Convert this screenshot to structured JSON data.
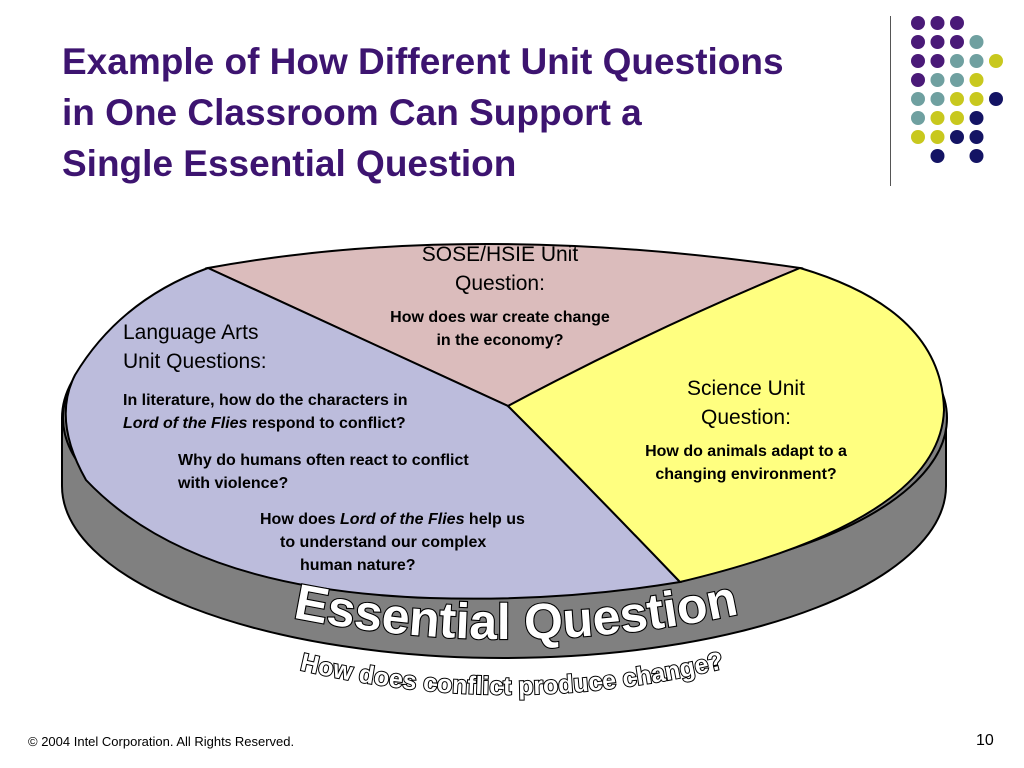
{
  "title": {
    "line1": "Example of How Different Unit Questions",
    "line2": "in One Classroom Can Support a",
    "line3": "Single Essential Question"
  },
  "segments": {
    "sose": {
      "heading_line1": "SOSE/HSIE Unit",
      "heading_line2": "Question:",
      "question_line1": "How does war create change",
      "question_line2": "in the economy?"
    },
    "language_arts": {
      "heading_line1": "Language Arts",
      "heading_line2": "Unit Questions:",
      "q1_line1": "In literature, how do the characters in",
      "q1_line2_italic": "Lord of the Flies",
      "q1_line2_rest": " respond to conflict?",
      "q2_line1": "Why do humans often react to conflict",
      "q2_line2": "with violence?",
      "q3_line1_pre": "How does ",
      "q3_line1_italic": "Lord of the Flies",
      "q3_line1_post": " help us",
      "q3_line2": "to understand our complex",
      "q3_line3": "human nature?"
    },
    "science": {
      "heading_line1": "Science Unit",
      "heading_line2": "Question:",
      "question_line1": "How do animals adapt to a",
      "question_line2": "changing environment?"
    }
  },
  "essential": {
    "label": "Essential Question",
    "question": "How does conflict produce change?"
  },
  "footer": {
    "copyright": "© 2004 Intel Corporation. All Rights Reserved.",
    "page_number": "10"
  },
  "colors": {
    "title": "#3d1470",
    "sose_fill": "#dbbcbc",
    "language_arts_fill": "#bcbcdc",
    "science_fill": "#ffff80",
    "rim": "#808080",
    "dot_purple": "#4a1a78",
    "dot_teal": "#6fa0a0",
    "dot_yellow": "#c8c81e",
    "dot_navy": "#141464"
  }
}
